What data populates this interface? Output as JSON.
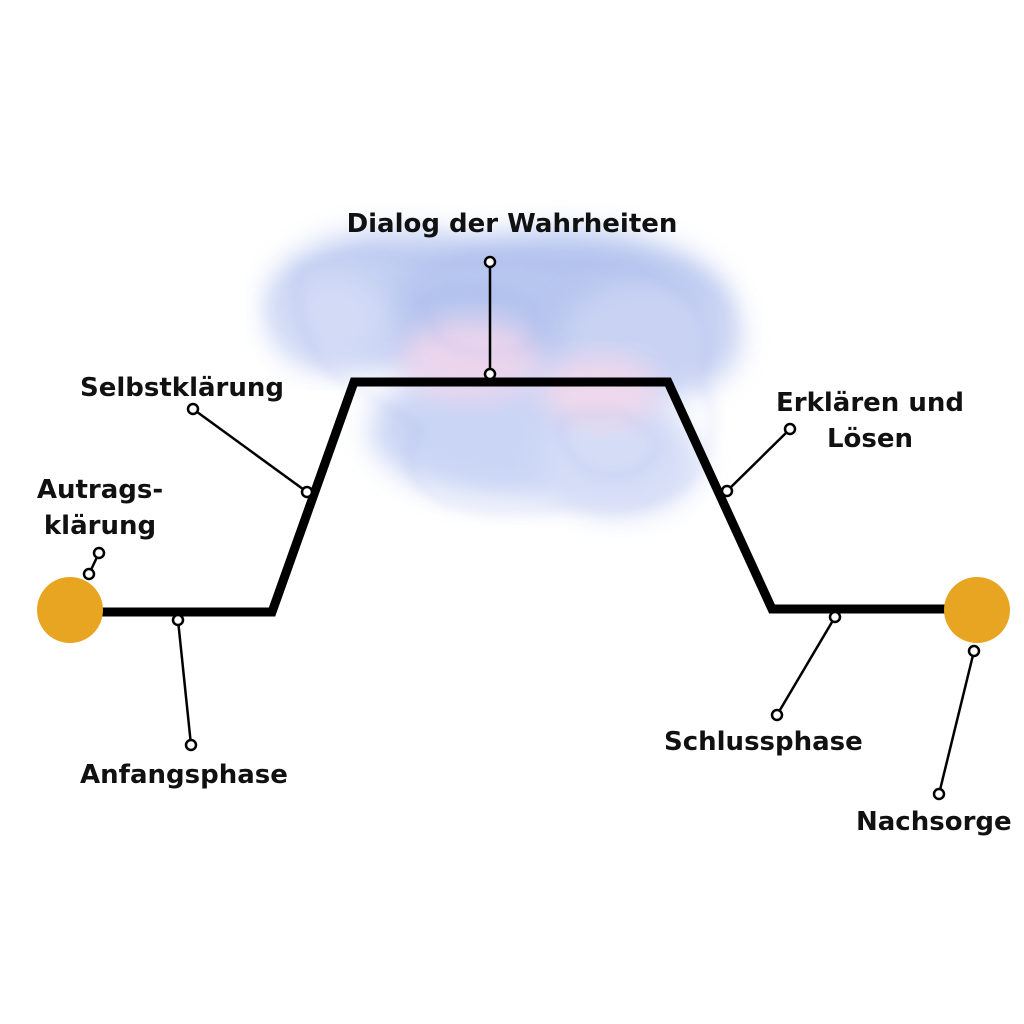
{
  "diagram": {
    "title": "Dialog der Wahrheiten",
    "labels": {
      "auftrag_line1": "Autrags-",
      "auftrag_line2": "klärung",
      "anfang": "Anfangsphase",
      "selbst": "Selbstklärung",
      "dialog": "Dialog der Wahrheiten",
      "erklaeren_line1": "Erklären und",
      "erklaeren_line2": "Lösen",
      "schluss": "Schlussphase",
      "nachsorge": "Nachsorge"
    },
    "colors": {
      "path": "#000000",
      "endpoints": "#E8A521",
      "watercolor": "#7E8FDC",
      "watercolor_accent": "#D7B6E0"
    }
  }
}
